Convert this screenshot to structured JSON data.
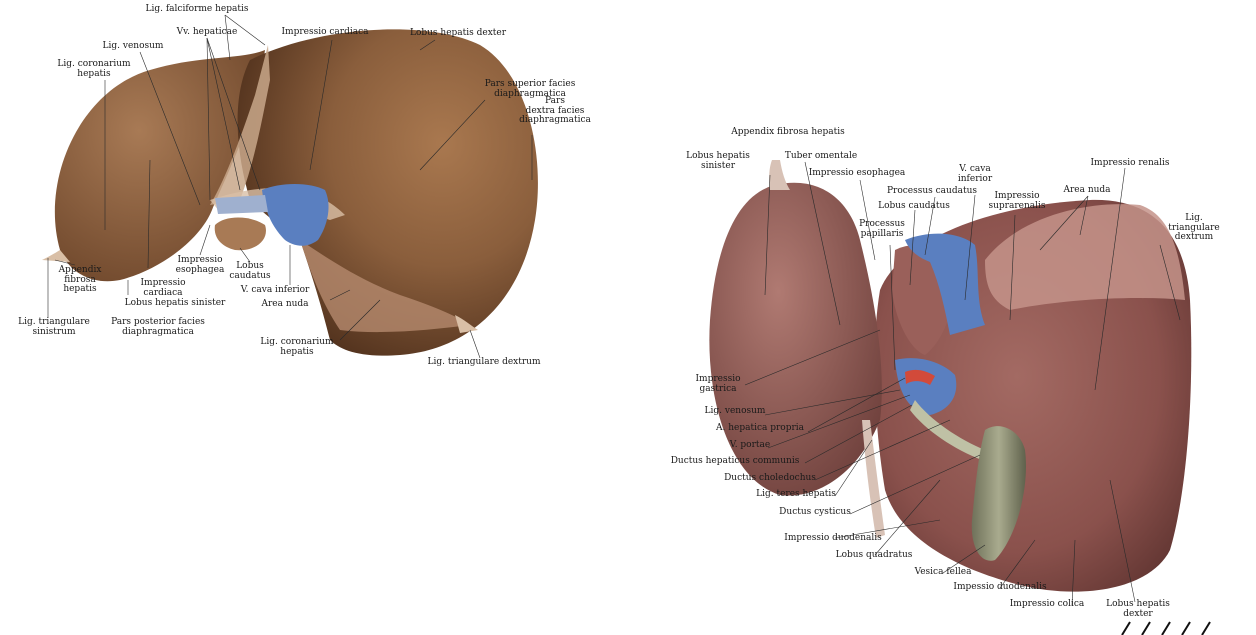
{
  "figure_left": {
    "labels": [
      {
        "key": "lig_falciforme",
        "text": "Lig. falciforme hepatis"
      },
      {
        "key": "vv_hepaticae",
        "text": "Vv. hepaticae"
      },
      {
        "key": "impressio_cardiaca_top",
        "text": "Impressio cardiaca"
      },
      {
        "key": "lobus_dexter_top",
        "text": "Lobus hepatis dexter"
      },
      {
        "key": "lig_venosum",
        "text": "Lig. venosum"
      },
      {
        "key": "lig_coronarium_left",
        "text": "Lig. coronarium\nhepatis"
      },
      {
        "key": "pars_superior",
        "text": "Pars superior facies\ndiaphragmatica"
      },
      {
        "key": "pars_dextra",
        "text": "Pars\ndextra facies\ndiaphragmatica"
      },
      {
        "key": "impressio_esophagea",
        "text": "Impressio\nesophagea"
      },
      {
        "key": "lobus_caudatus",
        "text": "Lobus\ncaudatus"
      },
      {
        "key": "appendix_fibrosa",
        "text": "Appendix\nfibrosa\nhepatis"
      },
      {
        "key": "impressio_cardiaca_low",
        "text": "Impressio\ncardiaca"
      },
      {
        "key": "v_cava_inferior",
        "text": "V. cava inferior"
      },
      {
        "key": "area_nuda",
        "text": "Area nuda"
      },
      {
        "key": "lobus_sinister",
        "text": "Lobus hepatis sinister"
      },
      {
        "key": "lig_triangulare_sin",
        "text": "Lig. triangulare\nsinistrum"
      },
      {
        "key": "pars_posterior",
        "text": "Pars posterior facies\ndiaphragmatica"
      },
      {
        "key": "lig_coronarium_low",
        "text": "Lig. coronarium\nhepatis"
      },
      {
        "key": "lig_triangulare_dex",
        "text": "Lig. triangulare dextrum"
      }
    ]
  },
  "figure_right": {
    "labels": [
      {
        "key": "appendix_fibrosa",
        "text": "Appendix fibrosa hepatis"
      },
      {
        "key": "lobus_sinister",
        "text": "Lobus hepatis\nsinister"
      },
      {
        "key": "tuber_omentale",
        "text": "Tuber omentale"
      },
      {
        "key": "impressio_esophagea",
        "text": "Impressio esophagea"
      },
      {
        "key": "v_cava_inferior",
        "text": "V. cava\ninferior"
      },
      {
        "key": "impressio_renalis",
        "text": "Impressio renalis"
      },
      {
        "key": "processus_caudatus",
        "text": "Processus caudatus"
      },
      {
        "key": "area_nuda",
        "text": "Area nuda"
      },
      {
        "key": "impressio_suprarenalis",
        "text": "Impressio\nsuprarenalis"
      },
      {
        "key": "lobus_caudatus",
        "text": "Lobus caudatus"
      },
      {
        "key": "lig_triangulare_dex",
        "text": "Lig.\ntriangulare\ndextrum"
      },
      {
        "key": "processus_papillaris",
        "text": "Processus\npapillaris"
      },
      {
        "key": "impressio_gastrica",
        "text": "Impressio\ngastrica"
      },
      {
        "key": "lig_venosum",
        "text": "Lig. venosum"
      },
      {
        "key": "a_hepatica",
        "text": "A. hepatica propria"
      },
      {
        "key": "v_portae",
        "text": "V. portae"
      },
      {
        "key": "ductus_hepaticus",
        "text": "Ductus hepaticus communis"
      },
      {
        "key": "ductus_choledochus",
        "text": "Ductus choledochus"
      },
      {
        "key": "lig_teres",
        "text": "Lig. teres hepatis"
      },
      {
        "key": "ductus_cysticus",
        "text": "Ductus cysticus"
      },
      {
        "key": "impressio_duodenalis_l",
        "text": "Impressio duodenalis"
      },
      {
        "key": "lobus_quadratus",
        "text": "Lobus quadratus"
      },
      {
        "key": "vesica_fellea",
        "text": "Vesica fellea"
      },
      {
        "key": "impessio_duodenalis",
        "text": "Impessio duodenalis"
      },
      {
        "key": "impressio_colica",
        "text": "Impressio colica"
      },
      {
        "key": "lobus_dexter",
        "text": "Lobus hepatis\ndexter"
      }
    ]
  },
  "colors": {
    "liver_left_main": "#8a5e3c",
    "liver_left_dark": "#5e3a22",
    "liver_right_main": "#8c5550",
    "liver_right_dark": "#5f3431",
    "vein_blue": "#5a7fc0",
    "artery_red": "#d24a3a",
    "gallbladder": "#8d8f73"
  }
}
